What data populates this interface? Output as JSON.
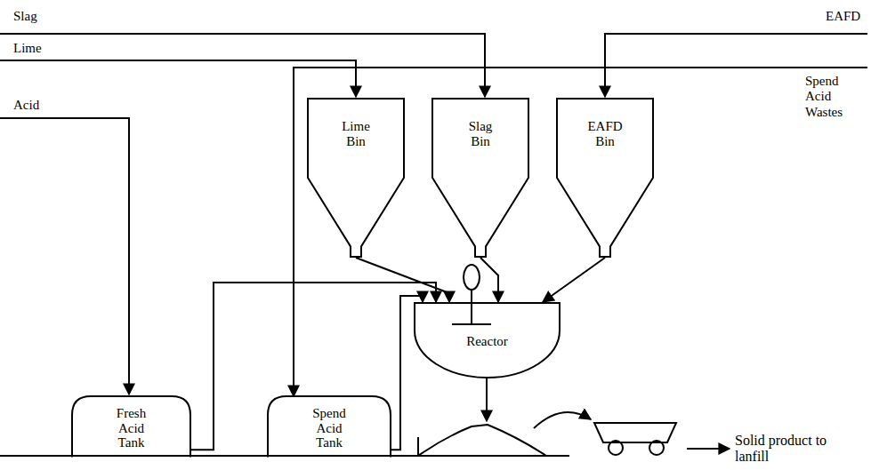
{
  "diagram": {
    "nodes": [
      {
        "text": [
          "Lime Bin"
        ]
      },
      {
        "text": [
          "Slag Bin"
        ]
      },
      {
        "text": [
          "EAFD Bin"
        ]
      },
      {
        "text": [
          "Reactor"
        ]
      },
      {
        "text": [
          "Fresh Acid Tank"
        ]
      },
      {
        "text": [
          "Spend Acid Tank"
        ]
      }
    ],
    "edges": [
      {
        "from": 0,
        "to": 3,
        "arrow": "to"
      },
      {
        "from": 1,
        "to": 3,
        "arrow": "to"
      },
      {
        "from": 2,
        "to": 3,
        "arrow": "to"
      },
      {
        "from": 4,
        "to": 3,
        "arrow": "to"
      },
      {
        "from": 5,
        "to": 3,
        "arrow": "to"
      }
    ],
    "labels": [
      "Slag",
      "Lime",
      "Acid",
      "EAFD",
      "Spend Acid Wastes",
      "Solid product to lanfill"
    ]
  }
}
